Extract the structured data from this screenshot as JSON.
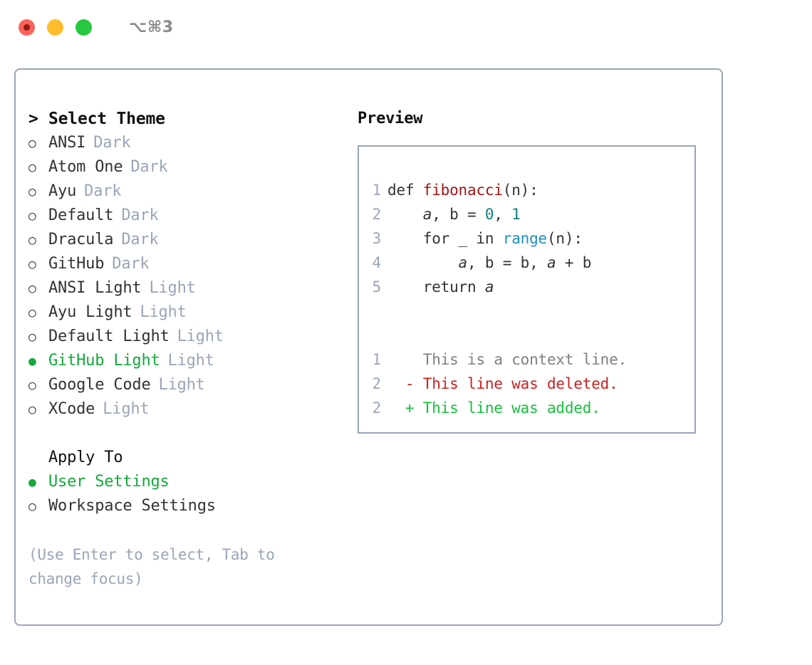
{
  "titlebar": {
    "shortcut": "⌥⌘3",
    "buttons": [
      {
        "name": "close",
        "color": "#ff6159"
      },
      {
        "name": "minimize",
        "color": "#ffbd2e"
      },
      {
        "name": "maximize",
        "color": "#28c840"
      }
    ]
  },
  "theme_picker": {
    "caret": ">",
    "heading": "Select Theme",
    "marker_selected": "●",
    "marker_unselected": "○",
    "selected_color": "#15a83c",
    "muted_color": "#9aa5b8",
    "items": [
      {
        "label": "ANSI",
        "variant": "Dark",
        "selected": false
      },
      {
        "label": "Atom One",
        "variant": "Dark",
        "selected": false
      },
      {
        "label": "Ayu",
        "variant": "Dark",
        "selected": false
      },
      {
        "label": "Default",
        "variant": "Dark",
        "selected": false
      },
      {
        "label": "Dracula",
        "variant": "Dark",
        "selected": false
      },
      {
        "label": "GitHub",
        "variant": "Dark",
        "selected": false
      },
      {
        "label": "ANSI Light",
        "variant": "Light",
        "selected": false
      },
      {
        "label": "Ayu Light",
        "variant": "Light",
        "selected": false
      },
      {
        "label": "Default Light",
        "variant": "Light",
        "selected": false
      },
      {
        "label": "GitHub Light",
        "variant": "Light",
        "selected": true
      },
      {
        "label": "Google Code",
        "variant": "Light",
        "selected": false
      },
      {
        "label": "XCode",
        "variant": "Light",
        "selected": false
      }
    ]
  },
  "apply_to": {
    "heading": "Apply To",
    "items": [
      {
        "label": "User Settings",
        "selected": true
      },
      {
        "label": "Workspace Settings",
        "selected": false
      }
    ]
  },
  "hint": {
    "line1": "(Use Enter to select, Tab to",
    "line2": "change focus)"
  },
  "preview": {
    "title": "Preview",
    "code_lines": [
      {
        "lineno": "1",
        "tokens": [
          {
            "text": "def ",
            "type": "plain"
          },
          {
            "text": "fibonacci",
            "type": "func"
          },
          {
            "text": "(n):",
            "type": "plain"
          }
        ]
      },
      {
        "lineno": "2",
        "tokens": [
          {
            "text": "    ",
            "type": "plain"
          },
          {
            "text": "a",
            "type": "var"
          },
          {
            "text": ", b = ",
            "type": "plain"
          },
          {
            "text": "0",
            "type": "num"
          },
          {
            "text": ", ",
            "type": "plain"
          },
          {
            "text": "1",
            "type": "num"
          }
        ]
      },
      {
        "lineno": "3",
        "tokens": [
          {
            "text": "    for _ in ",
            "type": "plain"
          },
          {
            "text": "range",
            "type": "call"
          },
          {
            "text": "(n):",
            "type": "plain"
          }
        ]
      },
      {
        "lineno": "4",
        "tokens": [
          {
            "text": "        ",
            "type": "plain"
          },
          {
            "text": "a",
            "type": "var"
          },
          {
            "text": ", b = b, ",
            "type": "plain"
          },
          {
            "text": "a",
            "type": "var"
          },
          {
            "text": " + b",
            "type": "plain"
          }
        ]
      },
      {
        "lineno": "5",
        "tokens": [
          {
            "text": "    return ",
            "type": "plain"
          },
          {
            "text": "a",
            "type": "var"
          }
        ]
      }
    ],
    "diff_lines": [
      {
        "lineno": "1",
        "kind": "context",
        "prefix": "  ",
        "text": "This is a context line."
      },
      {
        "lineno": "2",
        "kind": "del",
        "prefix": "- ",
        "text": "This line was deleted."
      },
      {
        "lineno": "2",
        "kind": "add",
        "prefix": "+ ",
        "text": "This line was added."
      }
    ]
  },
  "colors": {
    "border": "#9aa5b8",
    "function": "#a31515",
    "number": "#0e8080",
    "call": "#1d8fbf",
    "diff_deleted": "#cc1f1f",
    "diff_added": "#15c03c",
    "diff_context": "#808080"
  }
}
